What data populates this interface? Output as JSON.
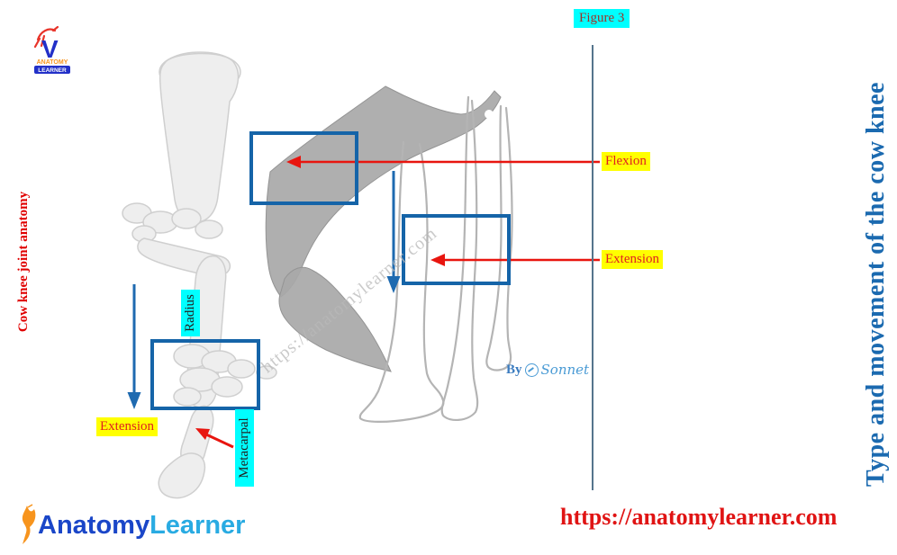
{
  "header": {
    "figure_label": "Figure 3"
  },
  "titles": {
    "right_vertical": "Type and movement of the cow knee",
    "left_vertical": "Cow knee joint anatomy"
  },
  "annotations": {
    "flexion_label": "Flexion",
    "extension_right_label": "Extension",
    "extension_left_label": "Extension",
    "radius_label": "Radius",
    "metacarpal_label": "Metacarpal"
  },
  "credit": {
    "by_label": "By",
    "name": "Sonnet"
  },
  "branding": {
    "watermark": "https://anatomylearner.com",
    "footer_url": "https://anatomylearner.com",
    "logo_top": {
      "monogram": "V",
      "line1": "ANATOMY",
      "line2": "LEARNER"
    },
    "logo_bottom": {
      "part1": "Anatomy",
      "part2": "Learner"
    }
  },
  "colors": {
    "box-blue": "#1564a8",
    "arrow-blue": "#1e6ab0",
    "arrow-red": "#e8150f",
    "highlight-yellow": "#ffff00",
    "highlight-cyan": "#00ffff",
    "label-red": "#e02020",
    "figure-label-red": "#a03328",
    "title-blue": "#1b6ab0",
    "title-red": "#e00000",
    "url-red": "#e01414",
    "divider-gray": "#54748c",
    "credit-blue": "#4a9bd5",
    "logo-dark-blue": "#1a46c8",
    "logo-light-blue": "#29abe2",
    "logo-orange": "#f7941d",
    "watermark-gray": "#b9b9b9"
  }
}
